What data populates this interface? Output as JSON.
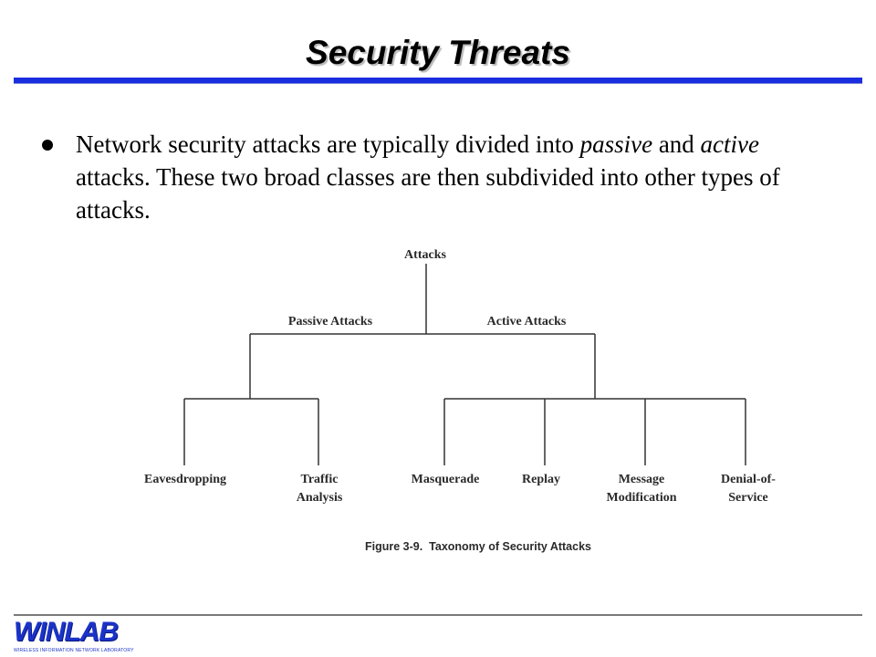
{
  "slide": {
    "title": "Security Threats",
    "bullet": {
      "part1": "Network security attacks are typically divided into ",
      "em1": "passive",
      "part2": " and ",
      "em2": "active",
      "part3": " attacks. These two broad classes are then subdivided into other types of attacks."
    }
  },
  "diagram": {
    "root": "Attacks",
    "passive": "Passive Attacks",
    "active": "Active Attacks",
    "passive_children": [
      {
        "line1": "Eavesdropping",
        "line2": ""
      },
      {
        "line1": "Traffic",
        "line2": "Analysis"
      }
    ],
    "active_children": [
      {
        "line1": "Masquerade",
        "line2": ""
      },
      {
        "line1": "Replay",
        "line2": ""
      },
      {
        "line1": "Message",
        "line2": "Modification"
      },
      {
        "line1": "Denial-of-",
        "line2": "Service"
      }
    ],
    "caption": "Figure 3-9.  Taxonomy of Security Attacks"
  },
  "footer": {
    "logo_text": "WINLAB",
    "logo_subtext": "WIRELESS INFORMATION NETWORK LABORATORY"
  }
}
